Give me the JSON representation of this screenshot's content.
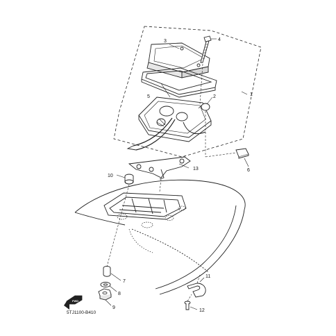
{
  "diagram": {
    "part_code": "5TJ1100-B410",
    "front_badge": "FWD",
    "callouts": [
      {
        "id": "callout-1",
        "label": "1"
      },
      {
        "id": "callout-2",
        "label": "2"
      },
      {
        "id": "callout-3",
        "label": "3"
      },
      {
        "id": "callout-4",
        "label": "4"
      },
      {
        "id": "callout-5",
        "label": "5"
      },
      {
        "id": "callout-6",
        "label": "6"
      },
      {
        "id": "callout-7",
        "label": "7"
      },
      {
        "id": "callout-8",
        "label": "8"
      },
      {
        "id": "callout-9",
        "label": "9"
      },
      {
        "id": "callout-10",
        "label": "10"
      },
      {
        "id": "callout-11",
        "label": "11"
      },
      {
        "id": "callout-12",
        "label": "12"
      },
      {
        "id": "callout-13",
        "label": "13"
      }
    ]
  }
}
